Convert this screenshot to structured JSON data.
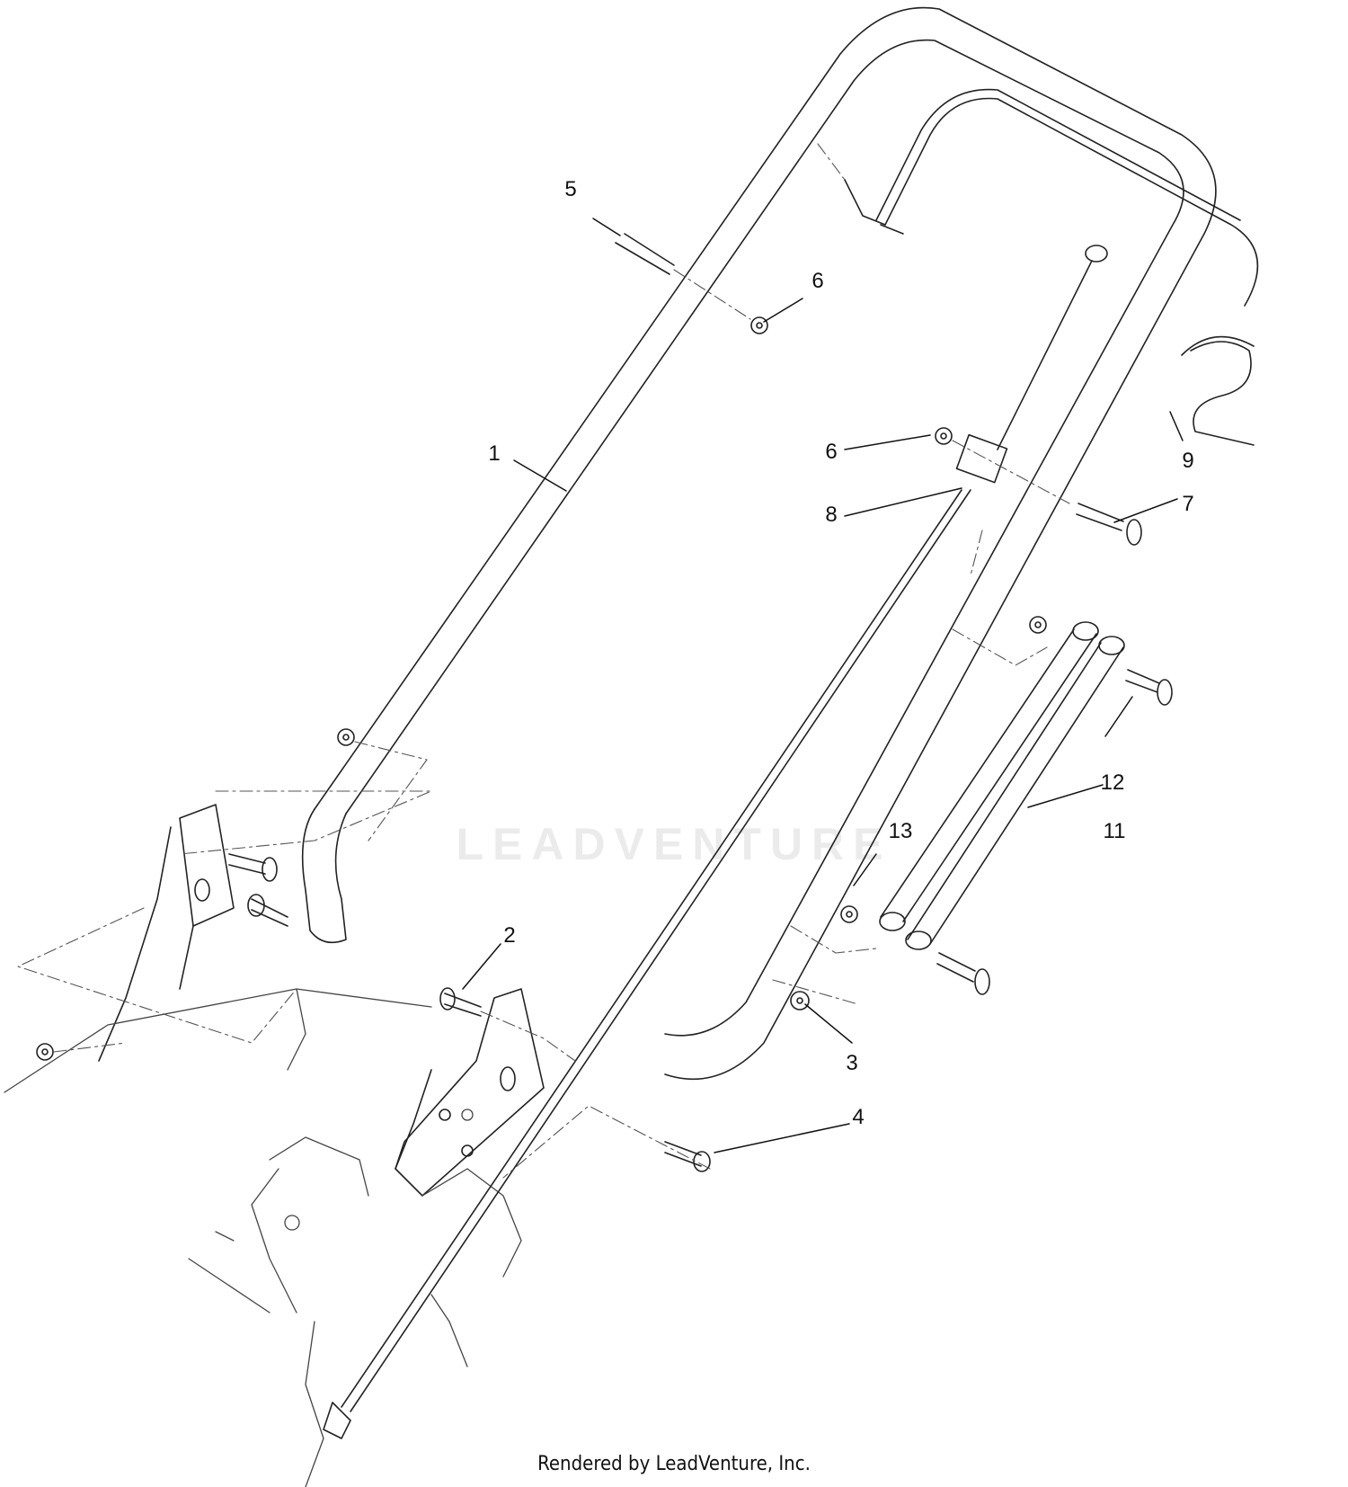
{
  "diagram": {
    "callouts": [
      {
        "id": "c1",
        "text": "1"
      },
      {
        "id": "c2",
        "text": "2"
      },
      {
        "id": "c3",
        "text": "3"
      },
      {
        "id": "c4",
        "text": "4"
      },
      {
        "id": "c5",
        "text": "5"
      },
      {
        "id": "c6a",
        "text": "6"
      },
      {
        "id": "c6b",
        "text": "6"
      },
      {
        "id": "c7",
        "text": "7"
      },
      {
        "id": "c8",
        "text": "8"
      },
      {
        "id": "c9",
        "text": "9"
      },
      {
        "id": "c11",
        "text": "11"
      },
      {
        "id": "c12",
        "text": "12"
      },
      {
        "id": "c13",
        "text": "13"
      }
    ]
  },
  "watermark": {
    "text": "LEADVENTURE"
  },
  "footer": {
    "credit": "Rendered by LeadVenture, Inc."
  }
}
